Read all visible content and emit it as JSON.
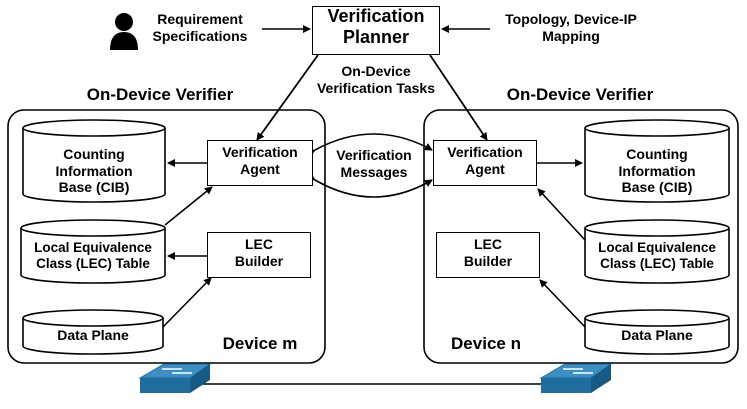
{
  "inputs": {
    "requirements": "Requirement\nSpecifications",
    "topology": "Topology, Device-IP\nMapping"
  },
  "planner": {
    "label": "Verification\nPlanner"
  },
  "tasks_label": "On-Device\nVerification Tasks",
  "messages_label": "Verification\nMessages",
  "left": {
    "title": "On-Device Verifier",
    "device": "Device m",
    "agent": "Verification\nAgent",
    "builder": "LEC\nBuilder",
    "cib": "Counting\nInformation\nBase (CIB)",
    "lec_table": "Local Equivalence\nClass (LEC) Table",
    "data_plane": "Data Plane"
  },
  "right": {
    "title": "On-Device Verifier",
    "device": "Device n",
    "agent": "Verification\nAgent",
    "builder": "LEC\nBuilder",
    "cib": "Counting\nInformation\nBase (CIB)",
    "lec_table": "Local Equivalence\nClass (LEC) Table",
    "data_plane": "Data Plane"
  },
  "colors": {
    "switch_top": "#3b8fc3",
    "switch_side": "#1f6c9e",
    "line": "#000000"
  }
}
